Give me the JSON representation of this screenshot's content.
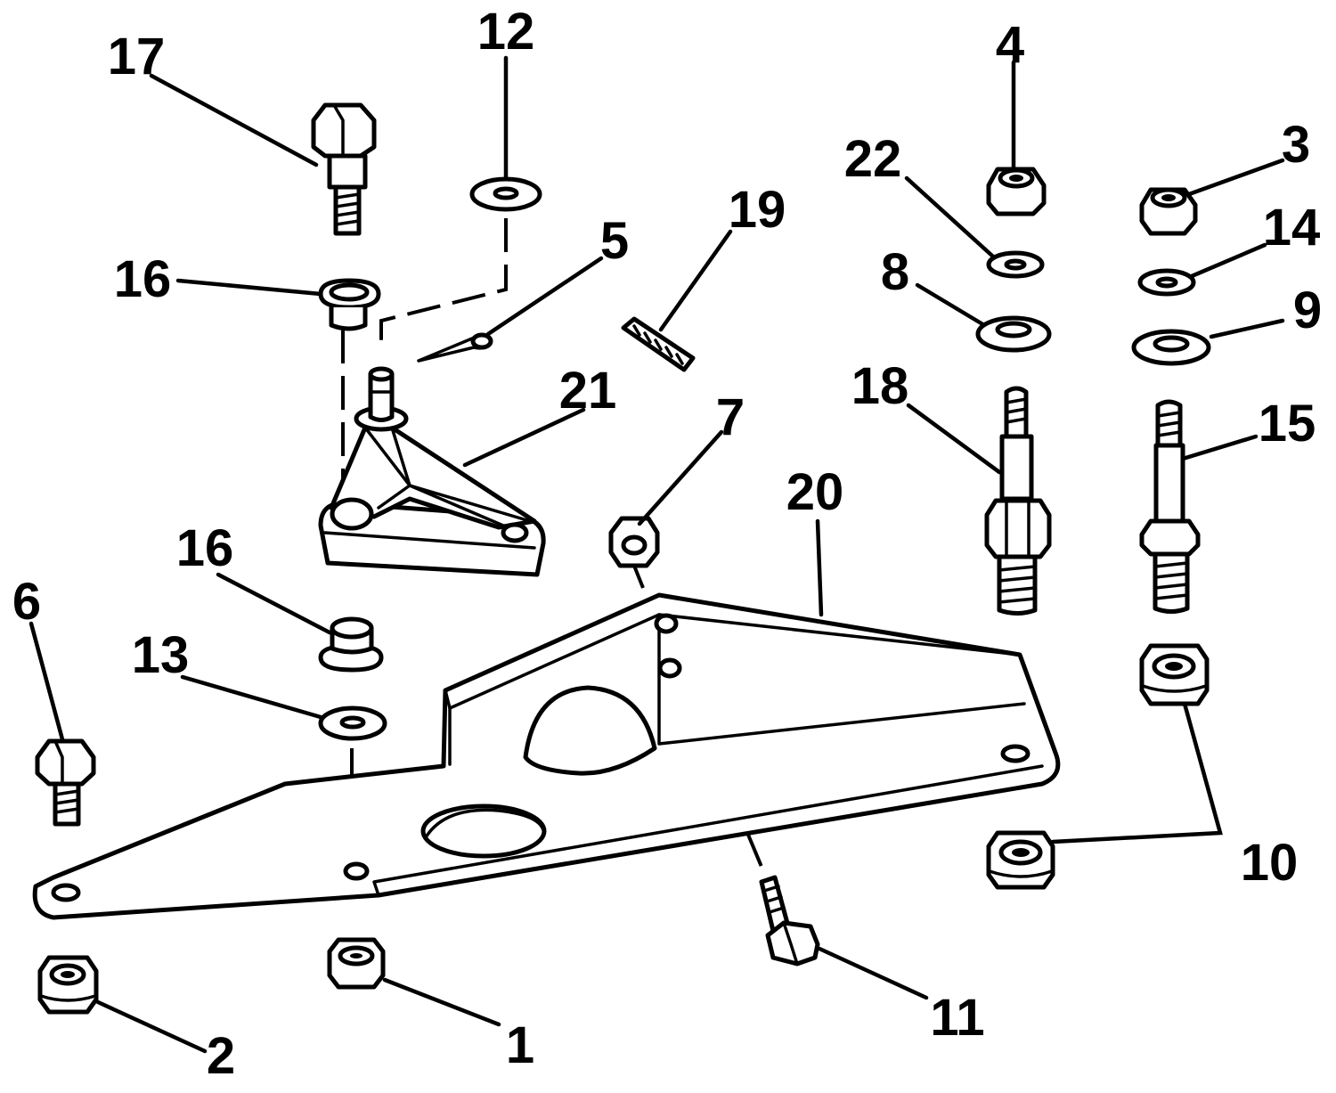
{
  "callouts": {
    "c1": "1",
    "c2": "2",
    "c3": "3",
    "c4": "4",
    "c5": "5",
    "c6": "6",
    "c7": "7",
    "c8": "8",
    "c9": "9",
    "c10": "10",
    "c11": "11",
    "c12": "12",
    "c13": "13",
    "c14": "14",
    "c15": "15",
    "c16a": "16",
    "c16b": "16",
    "c17": "17",
    "c18": "18",
    "c19": "19",
    "c20": "20",
    "c21": "21",
    "c22": "22"
  }
}
